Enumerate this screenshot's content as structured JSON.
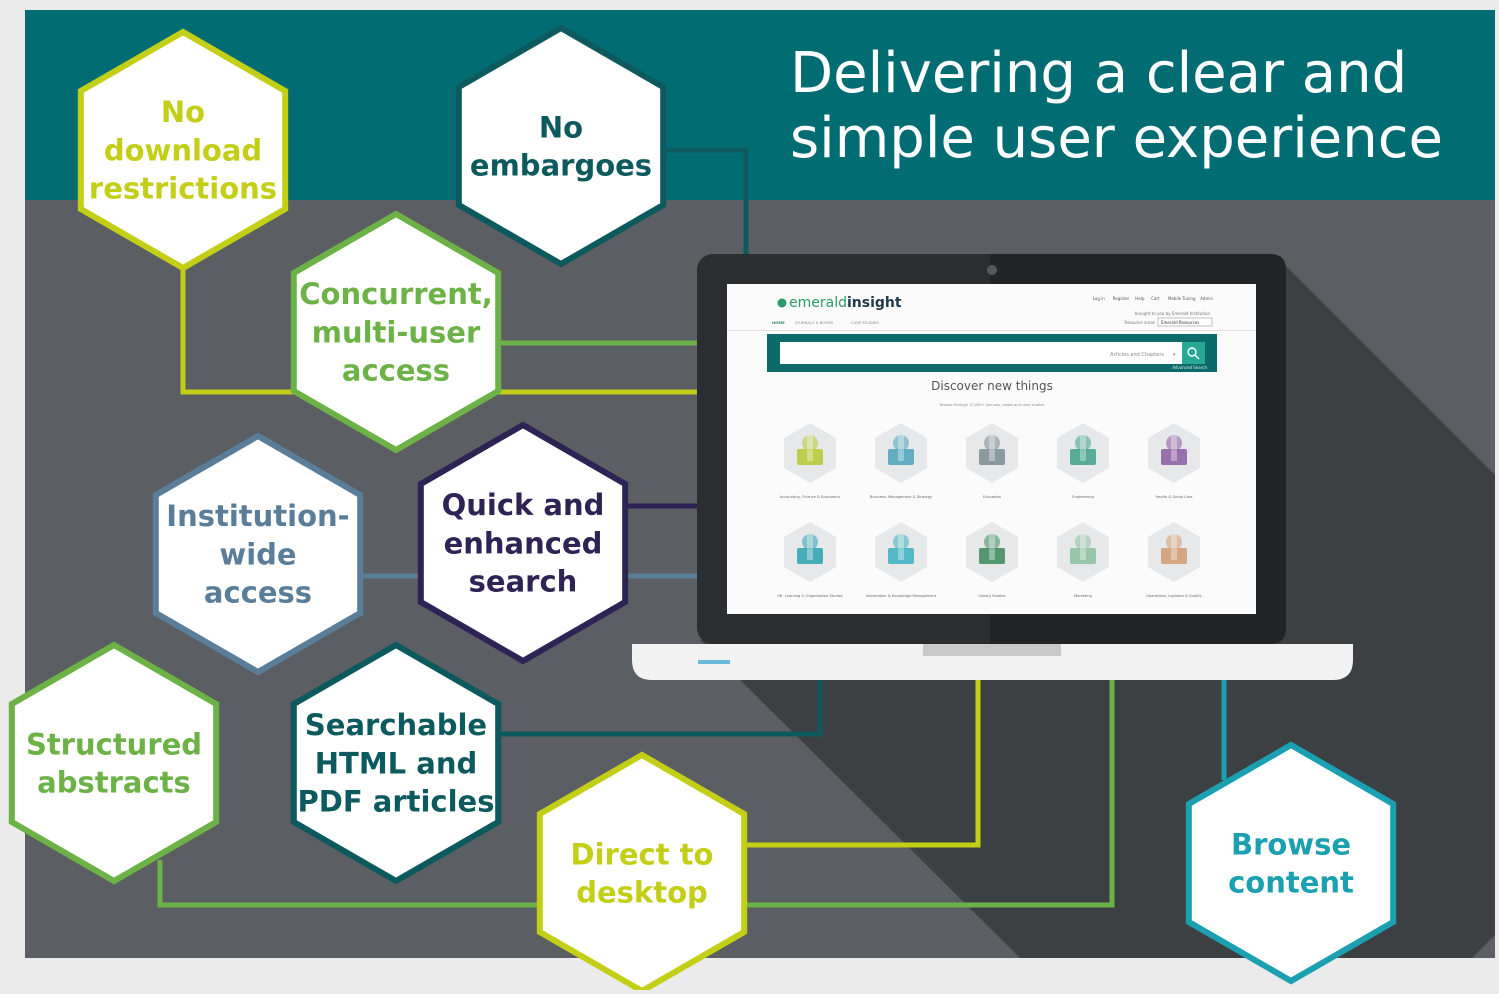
{
  "title": {
    "line1": "Delivering a clear and",
    "line2": "simple user experience"
  },
  "colors": {
    "banner": "#016d72",
    "background": "#5b5e62",
    "shadow": "#3d4043",
    "page": "#ebebeb",
    "yellow_green": "#c3cf16",
    "green": "#6cb246",
    "teal_dark": "#0d5a5e",
    "slate_blue": "#5a7d99",
    "purple": "#2e2355",
    "cyan": "#1aa0b0"
  },
  "hexagons": [
    {
      "id": "no-download-restrictions",
      "lines": [
        "No",
        "download",
        "restrictions"
      ],
      "color": "#c3cf16"
    },
    {
      "id": "no-embargoes",
      "lines": [
        "No",
        "embargoes"
      ],
      "color": "#0d5a5e"
    },
    {
      "id": "concurrent-multi-user-access",
      "lines": [
        "Concurrent,",
        "multi-user",
        "access"
      ],
      "color": "#6cb246"
    },
    {
      "id": "institution-wide-access",
      "lines": [
        "Institution-",
        "wide",
        "access"
      ],
      "color": "#5a7d99"
    },
    {
      "id": "quick-and-enhanced-search",
      "lines": [
        "Quick and",
        "enhanced",
        "search"
      ],
      "color": "#2e2355"
    },
    {
      "id": "structured-abstracts",
      "lines": [
        "Structured",
        "abstracts"
      ],
      "color": "#6cb246"
    },
    {
      "id": "searchable-html-and-pdf-articles",
      "lines": [
        "Searchable",
        "HTML and",
        "PDF articles"
      ],
      "color": "#0d5a5e"
    },
    {
      "id": "direct-to-desktop",
      "lines": [
        "Direct to",
        "desktop"
      ],
      "color": "#c3cf16"
    },
    {
      "id": "browse-content",
      "lines": [
        "Browse",
        "content"
      ],
      "color": "#1aa0b0"
    }
  ],
  "screen": {
    "logo_prefix": "emerald",
    "logo_suffix": "insight",
    "top_links": [
      "Log in",
      "Register",
      "Help",
      "Cart",
      "Mobile Tuning",
      "Admin"
    ],
    "sub_text": "brought to you by Emerald Institution",
    "resource_label": "Resource areas",
    "resource_value": "Emerald Resources",
    "nav_tabs": [
      "HOME",
      "JOURNALS & BOOKS",
      "CASE STUDIES"
    ],
    "search_dropdown": "Articles and Chapters",
    "advanced_search": "Advanced Search",
    "heading": "Discover new things",
    "subheading": "Browse through 15,000+ journals, books and case studies",
    "categories": [
      {
        "name": "Accounting, Finance & Economics",
        "icon": "chart-growth-icon"
      },
      {
        "name": "Business, Management & Strategy",
        "icon": "chess-king-icon"
      },
      {
        "name": "Education",
        "icon": "graduation-cap-icon"
      },
      {
        "name": "Engineering",
        "icon": "gears-icon"
      },
      {
        "name": "Health & Social Care",
        "icon": "heart-hands-icon"
      },
      {
        "name": "HR, Learning & Organization Studies",
        "icon": "people-chain-icon"
      },
      {
        "name": "Information & Knowledge Management",
        "icon": "info-circuit-icon"
      },
      {
        "name": "Library Studies",
        "icon": "books-device-icon"
      },
      {
        "name": "Marketing",
        "icon": "burst-icon"
      },
      {
        "name": "Operations, Logistics & Quality",
        "icon": "clipboard-clock-icon"
      }
    ]
  }
}
